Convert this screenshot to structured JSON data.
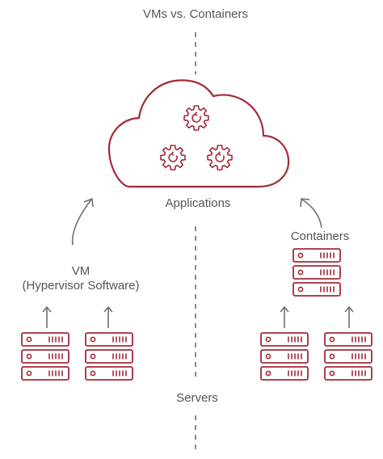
{
  "title": "VMs vs. Containers",
  "cloud_label": "Applications",
  "vm": {
    "line1": "VM",
    "line2": "(Hypervisor Software)"
  },
  "containers_label": "Containers",
  "servers_label": "Servers",
  "colors": {
    "accent": "#a32a38",
    "text": "#555555",
    "lines": "#6f6f6f"
  }
}
